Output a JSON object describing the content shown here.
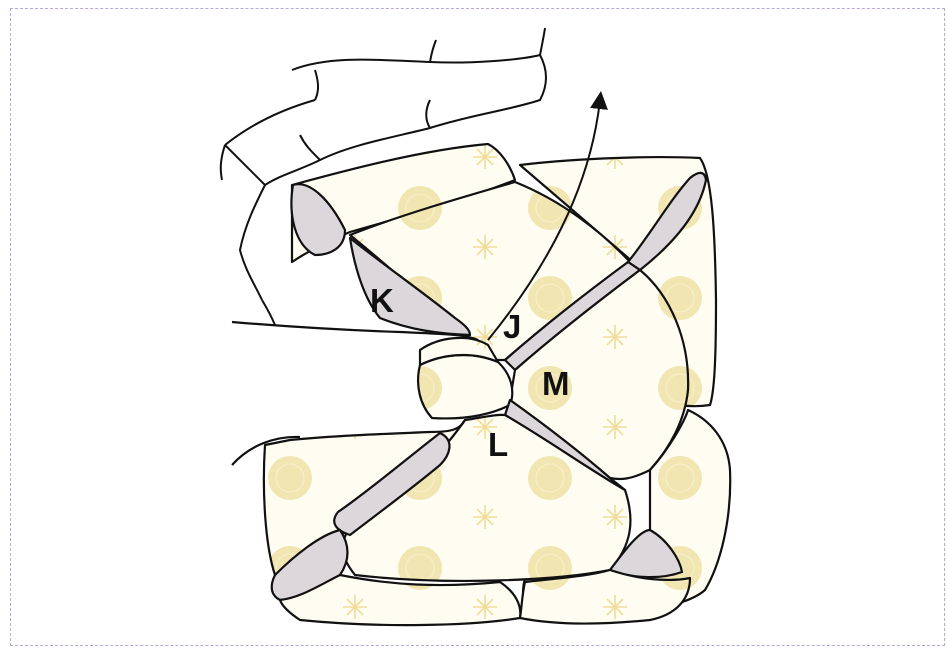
{
  "labels": {
    "k": "K",
    "j": "J",
    "m": "M",
    "l": "L"
  },
  "colors": {
    "paper": "#fffdf2",
    "dot": "#efe1a6",
    "gray_cell": "#dcd7da",
    "outline": "#111111",
    "frame": "#b9a8cf"
  }
}
